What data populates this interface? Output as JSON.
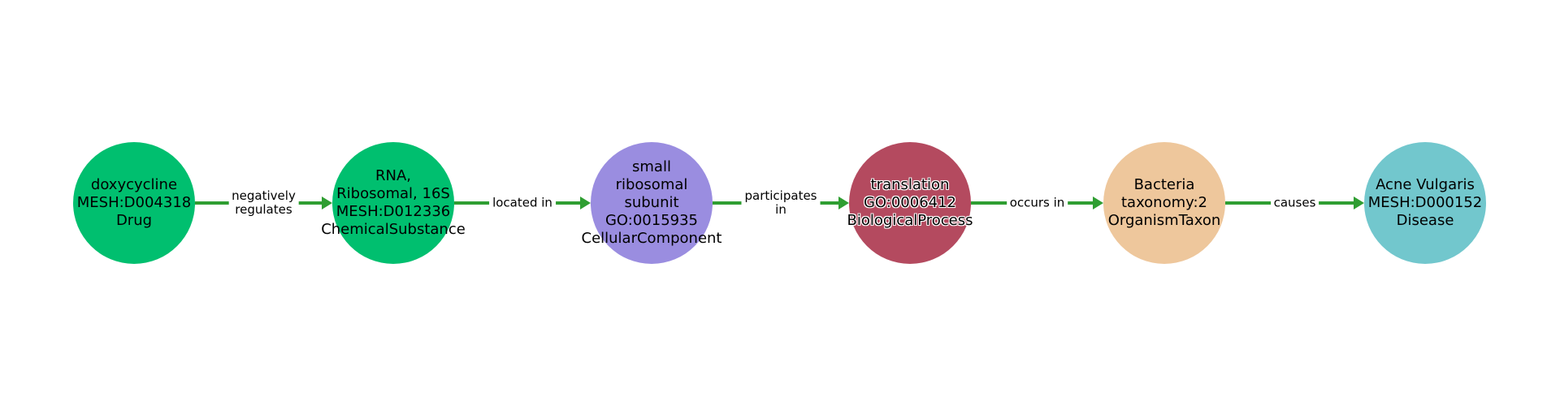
{
  "canvas": {
    "background": "#ffffff",
    "text_color": "#000000",
    "arrow_color": "#2f9e32"
  },
  "graph": {
    "type": "knowledge-graph-path",
    "nodes": [
      {
        "label": "doxycycline\nMESH:D004318\nDrug",
        "name": "doxycycline",
        "id": "MESH:D004318",
        "category": "Drug",
        "color": "#00bf6f"
      },
      {
        "label": "RNA,\nRibosomal, 16S\nMESH:D012336\nChemicalSubstance",
        "name": "RNA, Ribosomal, 16S",
        "id": "MESH:D012336",
        "category": "ChemicalSubstance",
        "color": "#00bf6f"
      },
      {
        "label": "small\nribosomal\nsubunit\nGO:0015935\nCellularComponent",
        "name": "small ribosomal subunit",
        "id": "GO:0015935",
        "category": "CellularComponent",
        "color": "#9a8de0"
      },
      {
        "label": "translation\nGO:0006412\nBiologicalProcess",
        "name": "translation",
        "id": "GO:0006412",
        "category": "BiologicalProcess",
        "color": "#b44a5f"
      },
      {
        "label": "Bacteria\ntaxonomy:2\nOrganismTaxon",
        "name": "Bacteria",
        "id": "taxonomy:2",
        "category": "OrganismTaxon",
        "color": "#eec79c"
      },
      {
        "label": "Acne Vulgaris\nMESH:D000152\nDisease",
        "name": "Acne Vulgaris",
        "id": "MESH:D000152",
        "category": "Disease",
        "color": "#72c7cd"
      }
    ],
    "edges": [
      {
        "label": "negatively\nregulates",
        "source": "doxycycline",
        "target": "RNA, Ribosomal, 16S"
      },
      {
        "label": "located in",
        "source": "RNA, Ribosomal, 16S",
        "target": "small ribosomal subunit"
      },
      {
        "label": "participates in",
        "source": "small ribosomal subunit",
        "target": "translation"
      },
      {
        "label": "occurs in",
        "source": "translation",
        "target": "Bacteria"
      },
      {
        "label": "causes",
        "source": "Bacteria",
        "target": "Acne Vulgaris"
      }
    ]
  }
}
